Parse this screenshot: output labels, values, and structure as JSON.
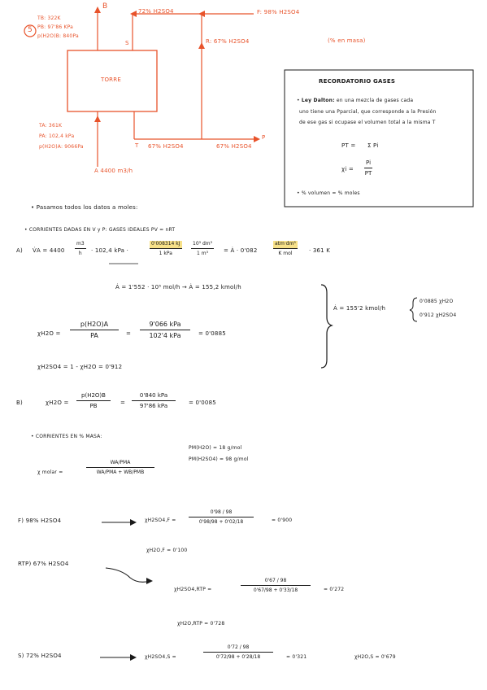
{
  "diagram": {
    "circle_number": "5",
    "label_B": "B",
    "label_S": "S",
    "label_S_stream": "72% H2SO4",
    "label_F_stream": "F: 98% H2SO4",
    "label_R_stream": "R: 67% H2SO4",
    "label_T": "T",
    "label_T_stream": "67% H2SO4",
    "label_P_stream": "67% H2SO4",
    "label_P": "P",
    "tower_label": "TORRE",
    "left_top_1": "TB: 322K",
    "left_top_2": "PB: 97'86 KPa",
    "left_top_3": "p(H2O)B: 840Pa",
    "left_bot_1": "TA: 361K",
    "left_bot_2": "PA: 102,4 kPa",
    "left_bot_3": "p(H2O)A: 9066Pa",
    "flow_A": "A 4400 m3/h",
    "note_mass": "(% en masa)"
  },
  "box": {
    "title": "RECORDATORIO GASES",
    "bullet1_bold": "Ley Dalton:",
    "bullet1_l1": "en una mezcla de gases cada",
    "bullet1_l2": "uno tiene una Pparcial, que corresponde a la Presión",
    "bullet1_l3": "de ese gas si ocupase el volumen total a la misma T",
    "eq1_lhs": "PT =",
    "eq1_rhs": "Σ Pi",
    "eq2_lhs": "χi =",
    "eq2_num": "Pi",
    "eq2_den": "PT",
    "bullet2": "% volumen = % moles"
  },
  "body": {
    "line_pasamos": "Pasamos todos los datos a moles:",
    "line_corrientes": "CORRIENTES DADAS EN  V y P:  GASES IDEALES  PV = nRT",
    "A_label": "A)",
    "A_lhs": "V̇A = 4400",
    "A_f1_num": "m3",
    "A_f1_den": "h",
    "A_mult": "· 102,4 kPa ·",
    "A_f2_num": "0'008314 kJ",
    "A_f2_den": "1 kPa",
    "A_f3_num": "10³ dm³",
    "A_f3_den": "1 m³",
    "A_eq": "= Ȧ · 0'082",
    "A_f4_num": "atm·dm³",
    "A_f4_den": "K mol",
    "A_T": "· 361 K",
    "A_result": "Ȧ = 1'552 · 10⁵ mol/h  →  Ȧ = 155,2 kmol/h",
    "xA_lhs": "χH2O =",
    "xA_num": "p(H2O)A",
    "xA_den": "PA",
    "xA_eq": "=",
    "xA_num2": "9'066 kPa",
    "xA_den2": "102'4 kPa",
    "xA_res": "= 0'0885",
    "xA_h2so4": "χH2SO4 = 1 - χH2O = 0'912",
    "A_summary": "Ȧ = 155'2 kmol/h",
    "A_brace_1": "0'0885 χH2O",
    "A_brace_2": "0'912  χH2SO4",
    "B_label": "B)",
    "B_lhs": "χH2O =",
    "B_num": "p(H2O)B",
    "B_den": "PB",
    "B_eq": "=",
    "B_num2": "0'840 kPa",
    "B_den2": "97'86 kPa",
    "B_res": "= 0'0085",
    "corr_masa": "CORRIENTES EN % MASA:",
    "pm_h2o": "PM(H2O) = 18 g/mol",
    "pm_h2so4": "PM(H2SO4) = 98 g/mol",
    "xmolar_lhs": "χ molar =",
    "xmolar_num": "WA/PMA",
    "xmolar_den": "WA/PMA + WB/PMB",
    "F_label": "F) 98% H2SO4",
    "F_lhs": "χH2SO4,F =",
    "F_num": "0'98 / 98",
    "F_den": "0'98/98 + 0'02/18",
    "F_res": "= 0'900",
    "F_h2o": "χH2O,F = 0'100",
    "RTP_label": "RTP) 67% H2SO4",
    "RTP_lhs": "χH2SO4,RTP =",
    "RTP_num": "0'67 / 98",
    "RTP_den": "0'67/98 + 0'33/18",
    "RTP_res": "= 0'272",
    "RTP_h2o": "χH2O,RTP = 0'728",
    "S_label": "S) 72% H2SO4",
    "S_lhs": "χH2SO4,S =",
    "S_num": "0'72 / 98",
    "S_den": "0'72/98 + 0'28/18",
    "S_res": "= 0'321",
    "S_h2o": "χH2O,S = 0'679"
  },
  "colors": {
    "accent": "#e8532b",
    "ink": "#1a1a1a",
    "highlight": "#f0c828"
  }
}
